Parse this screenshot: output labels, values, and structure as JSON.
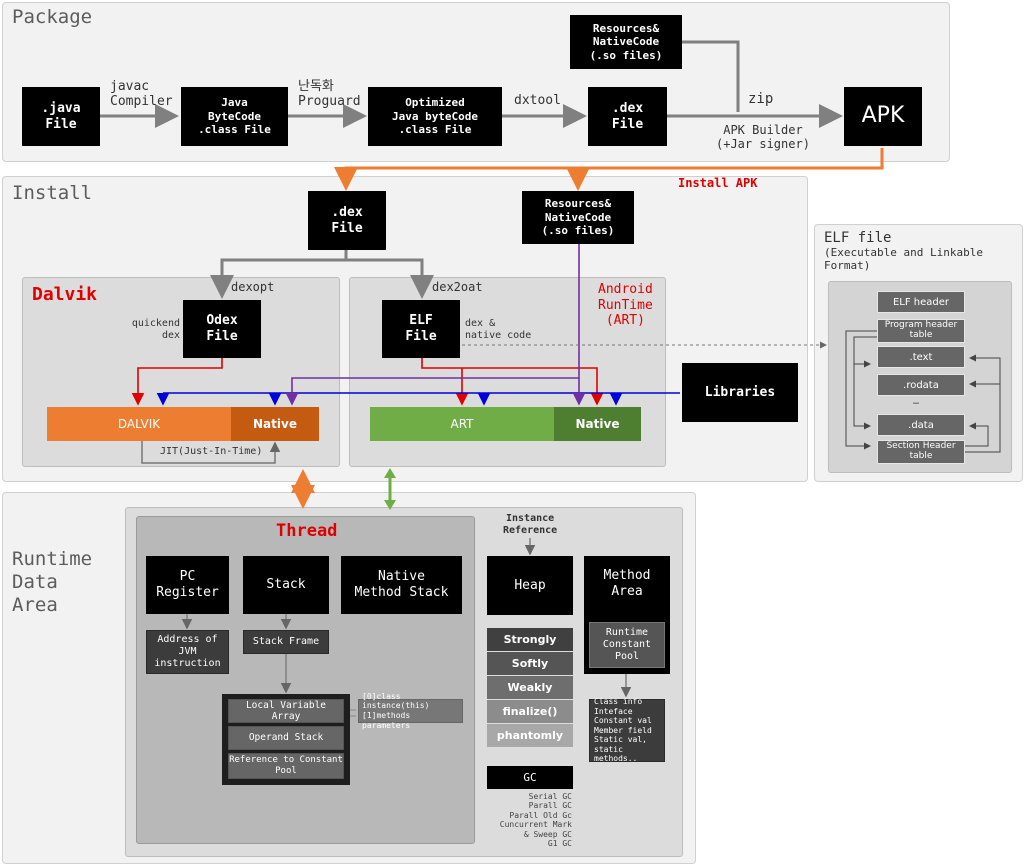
{
  "sections": {
    "package": "Package",
    "install": "Install",
    "runtime": "Runtime\nData\nArea",
    "elf_file": "ELF file",
    "elf_desc": "(Executable and Linkable\nFormat)"
  },
  "package": {
    "java_file": ".java\nFile",
    "javac": "javac\nCompiler",
    "bytecode": "Java\nByteCode\n.class File",
    "proguard": "난독화\nProguard",
    "optimized": "Optimized\nJava byteCode\n.class File",
    "dxtool": "dxtool",
    "dex_file": ".dex\nFile",
    "resources": "Resources&\nNativeCode\n(.so files)",
    "zip": "zip",
    "apk": "APK",
    "apk_builder": "APK Builder\n(+Jar signer)"
  },
  "install": {
    "install_apk": "Install APK",
    "dex_file": ".dex\nFile",
    "resources": "Resources&\nNativeCode\n(.so files)",
    "dexopt": "dexopt",
    "dex2oat": "dex2oat",
    "dalvik_title": "Dalvik",
    "quickend": "quickend\ndex",
    "odex": "Odex\nFile",
    "elf_file": "ELF\nFile",
    "dex_native": "dex &\nnative code",
    "art_title": "Android\nRunTime\n(ART)",
    "libraries": "Libraries",
    "dalvik_bar": "DALVIK",
    "dalvik_native": "Native",
    "art_bar": "ART",
    "art_native": "Native",
    "jit": "JIT(Just-In-Time)"
  },
  "elf": {
    "rows": [
      "ELF header",
      "Program header\ntable",
      ".text",
      ".rodata",
      "…",
      ".data",
      "Section Header\ntable"
    ]
  },
  "runtime": {
    "thread_title": "Thread",
    "pc_register": "PC\nRegister",
    "stack": "Stack",
    "native_stack": "Native\nMethod Stack",
    "address": "Address of\nJVM\ninstruction",
    "stack_frame": "Stack Frame",
    "local_var": "Local Variable Array",
    "operand": "Operand Stack",
    "ref_pool": "Reference to Constant\nPool",
    "local_note": "[0]class instance(this)\n[1]methods parameters",
    "instance_ref": "Instance\nReference",
    "heap": "Heap",
    "refs": [
      "Strongly",
      "Softly",
      "Weakly",
      "finalize()",
      "phantomly"
    ],
    "gc": "GC",
    "gc_list": "Serial GC\nParall GC\nParall Old Gc\nCuncurrent Mark\n& Sweep GC\nG1 GC",
    "method_area": "Method\nArea",
    "runtime_pool": "Runtime\nConstant\nPool",
    "class_info": "Class info\nInteface\nConstant val\nMember field\nStatic val,\nstatic methods.."
  },
  "colors": {
    "orange": "#ed7d31",
    "green": "#70ad47",
    "red": "#e00000",
    "blue": "#0000dd",
    "purple": "#7030a0",
    "dark_orange": "#c55a11",
    "dark_green": "#4e7f30"
  }
}
